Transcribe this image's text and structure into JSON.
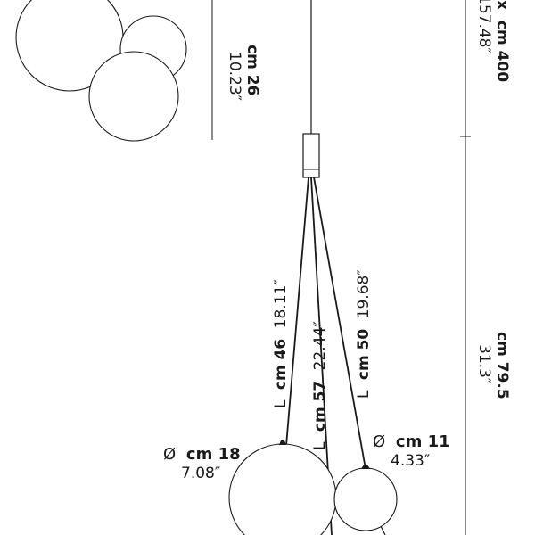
{
  "colors": {
    "ink": "#1a1a1a",
    "background": "#ffffff"
  },
  "dimensions": {
    "total_height": {
      "metric": "cm 400",
      "imperial": "157.48″",
      "prefix": "max",
      "visible_prefix": "x"
    },
    "canopy_diameter": {
      "metric": "cm 26",
      "imperial": "10.23″"
    },
    "drop_height": {
      "metric": "cm 79.5",
      "imperial": "31.3″"
    },
    "cable_1": {
      "prefix": "L",
      "metric": "cm 46",
      "imperial": "18.11″"
    },
    "cable_2": {
      "prefix": "L",
      "metric": "cm 57",
      "imperial": "22.44″"
    },
    "cable_3": {
      "prefix": "L",
      "metric": "cm 50",
      "imperial": "19.68″"
    },
    "globe_large": {
      "prefix": "Ø",
      "metric": "cm 18",
      "imperial": "7.08″"
    },
    "globe_small": {
      "prefix": "Ø",
      "metric": "cm 11",
      "imperial": "4.33″"
    }
  }
}
